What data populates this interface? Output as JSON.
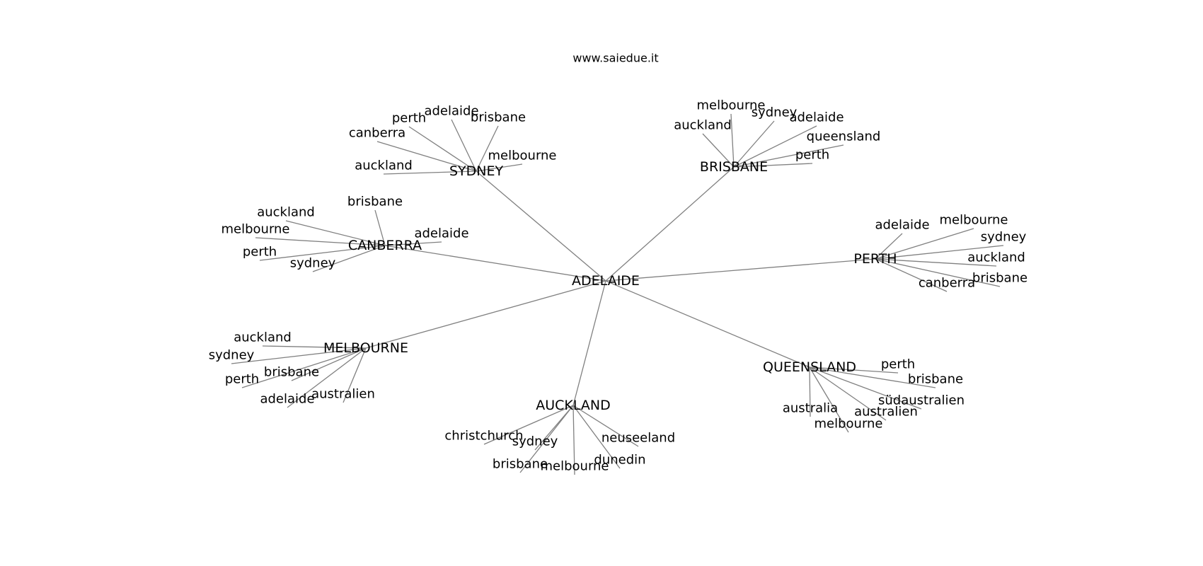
{
  "title": "www.saiedue.it",
  "graph": {
    "root": "ADELAIDE",
    "hubs": [
      {
        "id": "sydney",
        "label": "SYDNEY",
        "children": [
          "auckland",
          "canberra",
          "perth",
          "adelaide",
          "brisbane",
          "melbourne"
        ]
      },
      {
        "id": "brisbane",
        "label": "BRISBANE",
        "children": [
          "auckland",
          "melbourne",
          "sydney",
          "adelaide",
          "queensland",
          "perth"
        ]
      },
      {
        "id": "canberra",
        "label": "CANBERRA",
        "children": [
          "auckland",
          "melbourne",
          "perth",
          "sydney",
          "brisbane",
          "adelaide"
        ]
      },
      {
        "id": "perth",
        "label": "PERTH",
        "children": [
          "adelaide",
          "melbourne",
          "sydney",
          "auckland",
          "brisbane",
          "canberra"
        ]
      },
      {
        "id": "melbourne",
        "label": "MELBOURNE",
        "children": [
          "auckland",
          "sydney",
          "perth",
          "brisbane",
          "adelaide",
          "australien"
        ]
      },
      {
        "id": "auckland",
        "label": "AUCKLAND",
        "children": [
          "christchurch",
          "sydney",
          "brisbane",
          "melbourne",
          "dunedin",
          "neuseeland"
        ]
      },
      {
        "id": "queensland",
        "label": "QUEENSLAND",
        "children": [
          "perth",
          "brisbane",
          "südaustralien",
          "australien",
          "melbourne",
          "australia"
        ]
      }
    ]
  }
}
